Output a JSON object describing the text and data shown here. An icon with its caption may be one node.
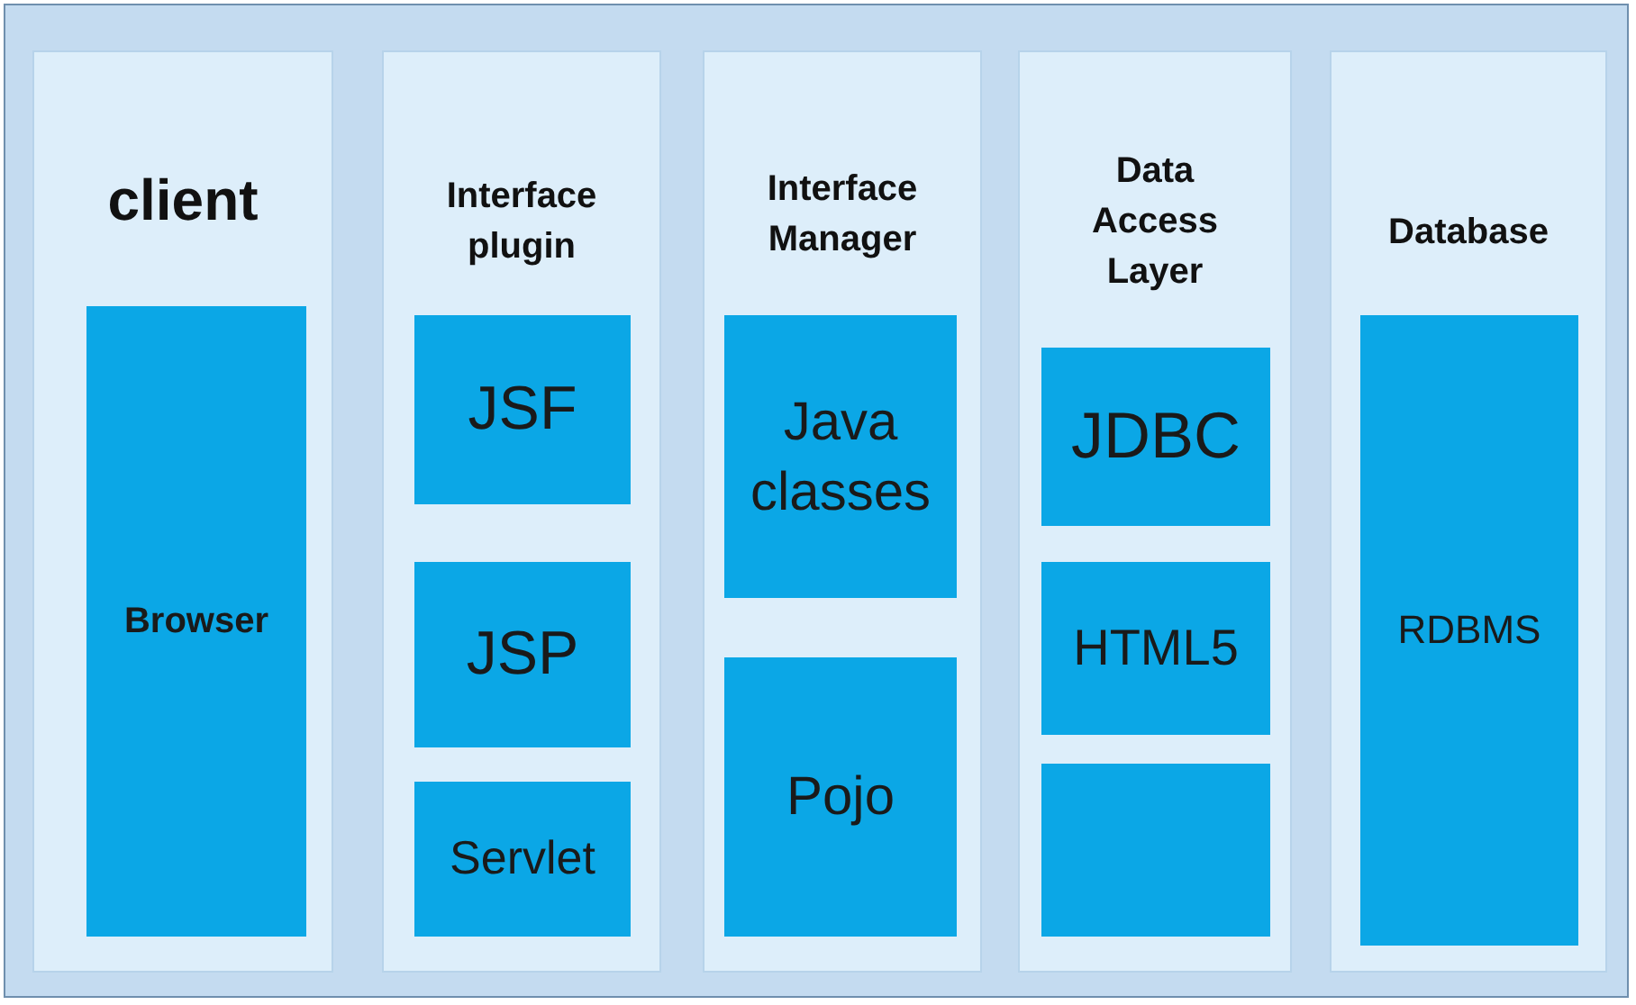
{
  "diagram": {
    "nodes": [
      {
        "text": [
          "client"
        ]
      },
      {
        "text": [
          "Browser"
        ],
        "in": 0
      },
      {
        "text": [
          "Interface plugin"
        ]
      },
      {
        "text": [
          "JSF"
        ],
        "in": 2
      },
      {
        "text": [
          "JSP"
        ],
        "in": 2
      },
      {
        "text": [
          "Servlet"
        ],
        "in": 2
      },
      {
        "text": [
          "Interface Manager"
        ]
      },
      {
        "text": [
          "Java classes"
        ],
        "in": 6
      },
      {
        "text": [
          "Pojo"
        ],
        "in": 6
      },
      {
        "text": [
          "Data Access Layer"
        ]
      },
      {
        "text": [
          "JDBC"
        ],
        "in": 9
      },
      {
        "text": [
          "HTML5"
        ],
        "in": 9
      },
      {
        "text": [],
        "shape": "box",
        "in": 9
      },
      {
        "text": [
          "Database"
        ]
      },
      {
        "text": [
          "RDBMS"
        ],
        "in": 13
      }
    ]
  }
}
